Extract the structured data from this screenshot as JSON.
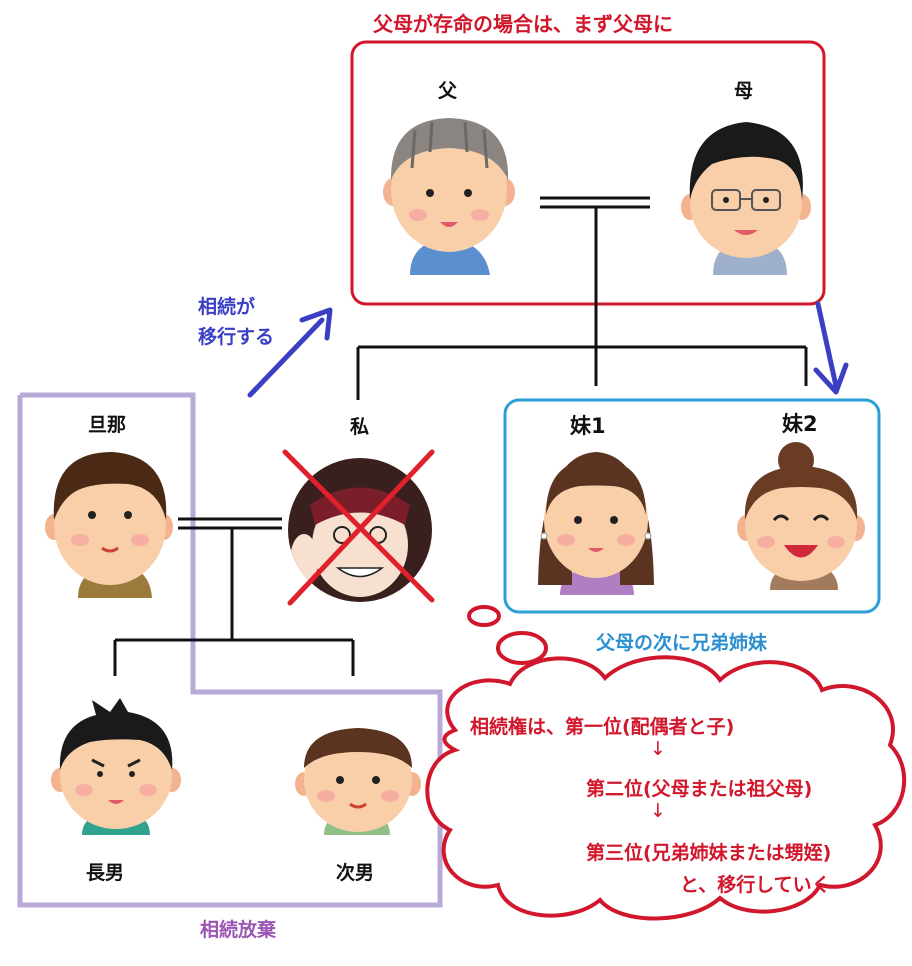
{
  "titles": {
    "parents_note": "父母が存命の場合は、まず父母に",
    "siblings_note": "父母の次に兄弟姉妹",
    "renounce_note": "相続放棄",
    "transfer_line1": "相続が",
    "transfer_line2": "移行する"
  },
  "people": {
    "father": "父",
    "mother": "母",
    "husband": "旦那",
    "me": "私",
    "sister1": "妹1",
    "sister2": "妹2",
    "son1": "長男",
    "son2": "次男"
  },
  "bubble": {
    "line1": "相続権は、第一位(配偶者と子)",
    "arrow1": "↓",
    "line2": "第二位(父母または祖父母)",
    "arrow2": "↓",
    "line3": "第三位(兄弟姉妹または甥姪)",
    "line4": "と、移行していく"
  },
  "colors": {
    "parents_box": "#d1172c",
    "siblings_box": "#2b9fd6",
    "renounce_box": "#b9a9d9",
    "transfer_arrow": "#3a3fc4",
    "cross": "#e0202a",
    "bubble": "#d1172c"
  },
  "icons": {
    "me_removed": "red-x-cross-icon",
    "transfer": "arrow-icon"
  }
}
